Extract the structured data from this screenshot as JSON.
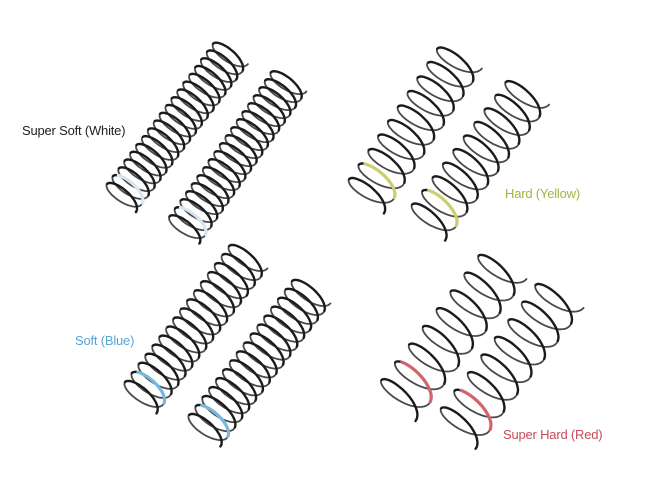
{
  "labels": {
    "super_soft": "Super Soft (White)",
    "hard": "Hard (Yellow)",
    "soft": "Soft (Blue)",
    "super_hard": "Super Hard (Red)"
  },
  "colors": {
    "wire": "#1b1b1b",
    "super_soft_mark": "#d6e6f2",
    "hard_mark": "#c9cf6e",
    "soft_mark": "#79b7dc",
    "super_hard_mark": "#d1656e",
    "hard_label": "#a8b240",
    "soft_label": "#5aa5d2",
    "super_hard_label": "#c84a58"
  },
  "springs": [
    {
      "group": "super_soft",
      "mark": "super_soft_mark"
    },
    {
      "group": "super_soft",
      "mark": "super_soft_mark"
    },
    {
      "group": "hard",
      "mark": "hard_mark"
    },
    {
      "group": "hard",
      "mark": "hard_mark"
    },
    {
      "group": "soft",
      "mark": "soft_mark"
    },
    {
      "group": "soft",
      "mark": "soft_mark"
    },
    {
      "group": "super_hard",
      "mark": "super_hard_mark"
    },
    {
      "group": "super_hard",
      "mark": "super_hard_mark"
    }
  ]
}
